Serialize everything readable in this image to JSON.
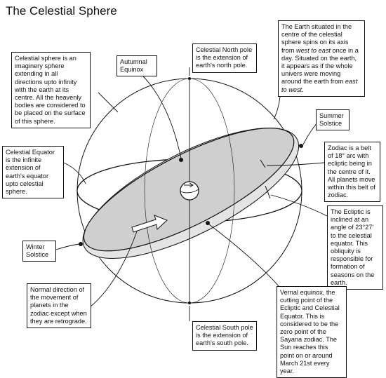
{
  "title": "The Celestial Sphere",
  "annotations": {
    "celestial_sphere": "Celestial sphere is an imaginery sphere extending in all directions upto infinity with the earth at its centre. All the heavenly bodies are considered to be placed on the surface of this sphere.",
    "autumnal_equinox": "Autumnal Equinox",
    "north_pole": "Celestial North pole is the extension of earth's north pole.",
    "earth_centre_a": "The Earth situated in the centre of the celestial sphere spins on its axis from ",
    "earth_centre_b": "west to east",
    "earth_centre_c": " once in a day. Situated on the earth, it appears as if the whole univers were moving around the earth from ",
    "earth_centre_d": "east to west",
    "earth_centre_e": ".",
    "summer_solstice": "Summer Solstice",
    "zodiac": "Zodiac is a belt of 18° arc with ecliptic being in the centre of it. All planets move within this belt of zodiac.",
    "celestial_equator": "Celestial Equator is the infinite extension of earth's equator upto celestial sphere.",
    "ecliptic": "The Ecliptic is inclined at an angle of 23°27' to the celestial equator. This obliquity is responsible for formation of seasons on the earth.",
    "winter_solstice": "Winter Solstice",
    "retrograde": "Normal direction of the movement of planets in the zodiac except when they are retrograde.",
    "south_pole": "Celestial South pole is the extension of earth's south pole.",
    "vernal_equinox": "Vernal equinox, the cutting point of the Ecliptic and Celestial Equator. This is considered to be the zero point of the Sayana zodiac. The Sun reaches this point on or around March 21st every year."
  },
  "colors": {
    "ink": "#111111",
    "belt_fill": "#cfcfcf",
    "ring_fill": "#e4e4e4"
  }
}
